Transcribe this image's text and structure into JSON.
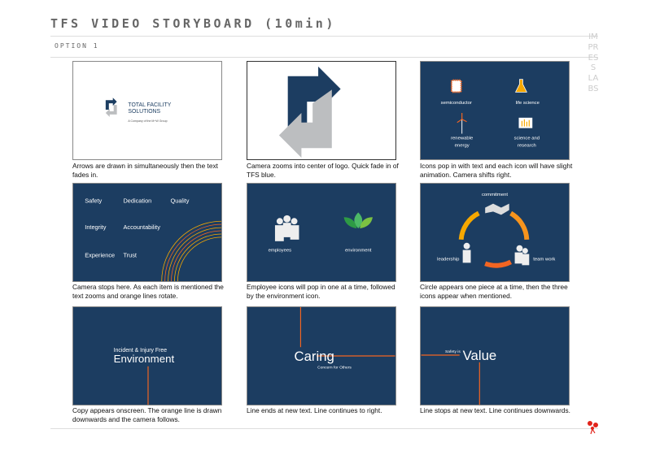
{
  "header": {
    "title": "TFS VIDEO STORYBOARD (10min)",
    "option": "OPTION 1",
    "side_brand": "IMPRESS LABS"
  },
  "colors": {
    "tfs_blue": "#1c3d61",
    "orange": "#f26522",
    "gold": "#f6a800",
    "gray": "#bcbec0"
  },
  "frames": [
    {
      "caption": "Arrows are drawn in simultaneously then the text fades in.",
      "logo_line1": "TOTAL FACILITY",
      "logo_line2": "SOLUTIONS",
      "logo_sub": "A Company of the M+W Group"
    },
    {
      "caption": "Camera zooms into center of logo. Quick fade in of TFS blue."
    },
    {
      "caption": "Icons pop in with text and each icon will have slight animation. Camera shifts right.",
      "labels": [
        "semiconductor",
        "life science",
        "renewable",
        "energy",
        "science and",
        "research"
      ]
    },
    {
      "caption": "Camera stops here. As each item is mentioned the text zooms and orange lines rotate.",
      "words": [
        "Safety",
        "Dedication",
        "Quality",
        "Integrity",
        "Accountability",
        "Experience",
        "Trust"
      ]
    },
    {
      "caption": "Employee icons will pop in one at a time, followed by the environment icon.",
      "labels": [
        "employees",
        "environment"
      ]
    },
    {
      "caption": "Circle appears one piece at a time, then the three icons appear when mentioned.",
      "labels": [
        "commitment",
        "leadership",
        "team work"
      ]
    },
    {
      "caption": "Copy appears onscreen. The orange line is drawn downwards and the camera follows.",
      "small": "Incident  &  Injury Free",
      "big": "Environment"
    },
    {
      "caption": "Line ends at new text. Line continues to right.",
      "big": "Caring",
      "small": "Concern for Others"
    },
    {
      "caption": "Line stops at new text. Line continues downwards.",
      "small": "Safety is",
      "big": "Value"
    }
  ]
}
